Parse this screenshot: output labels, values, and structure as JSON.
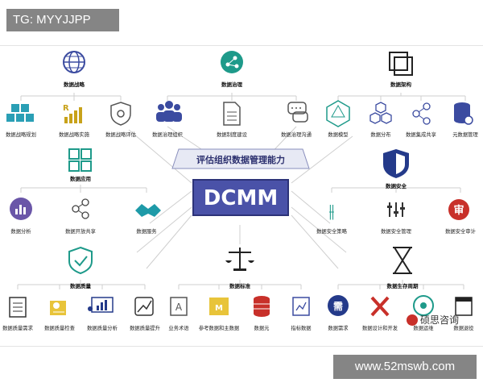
{
  "top_tag": "TG: MYYJJPP",
  "site_tag": "www.52mswb.com",
  "watermark": "硕思咨询",
  "diagram": {
    "center_title": "DCMM",
    "center_subtitle": "评估组织数据管理能力",
    "groups": [
      {
        "title": "数据战略",
        "items": [
          "数据战略规划",
          "数据战略实施",
          "数据战略评估"
        ]
      },
      {
        "title": "数据治理",
        "items": [
          "数据治理组织",
          "数据制度建设",
          "数据治理沟通"
        ]
      },
      {
        "title": "数据架构",
        "items": [
          "数据模型",
          "数据分布",
          "数据集成共享",
          "元数据管理"
        ]
      },
      {
        "title": "数据应用",
        "items": [
          "数据分析",
          "数据开放共享",
          "数据服务"
        ]
      },
      {
        "title": "数据安全",
        "items": [
          "数据安全策略",
          "数据安全管理",
          "数据安全审计"
        ]
      },
      {
        "title": "数据质量",
        "items": [
          "数据质量需求",
          "数据质量检查",
          "数据质量分析",
          "数据质量提升"
        ]
      },
      {
        "title": "数据标准",
        "items": [
          "业务术语",
          "参考数据和主数据",
          "数据元",
          "指标数据"
        ]
      },
      {
        "title": "数据生存周期",
        "items": [
          "数据需求",
          "数据设计和开发",
          "数据运维",
          "数据退役"
        ]
      }
    ]
  }
}
